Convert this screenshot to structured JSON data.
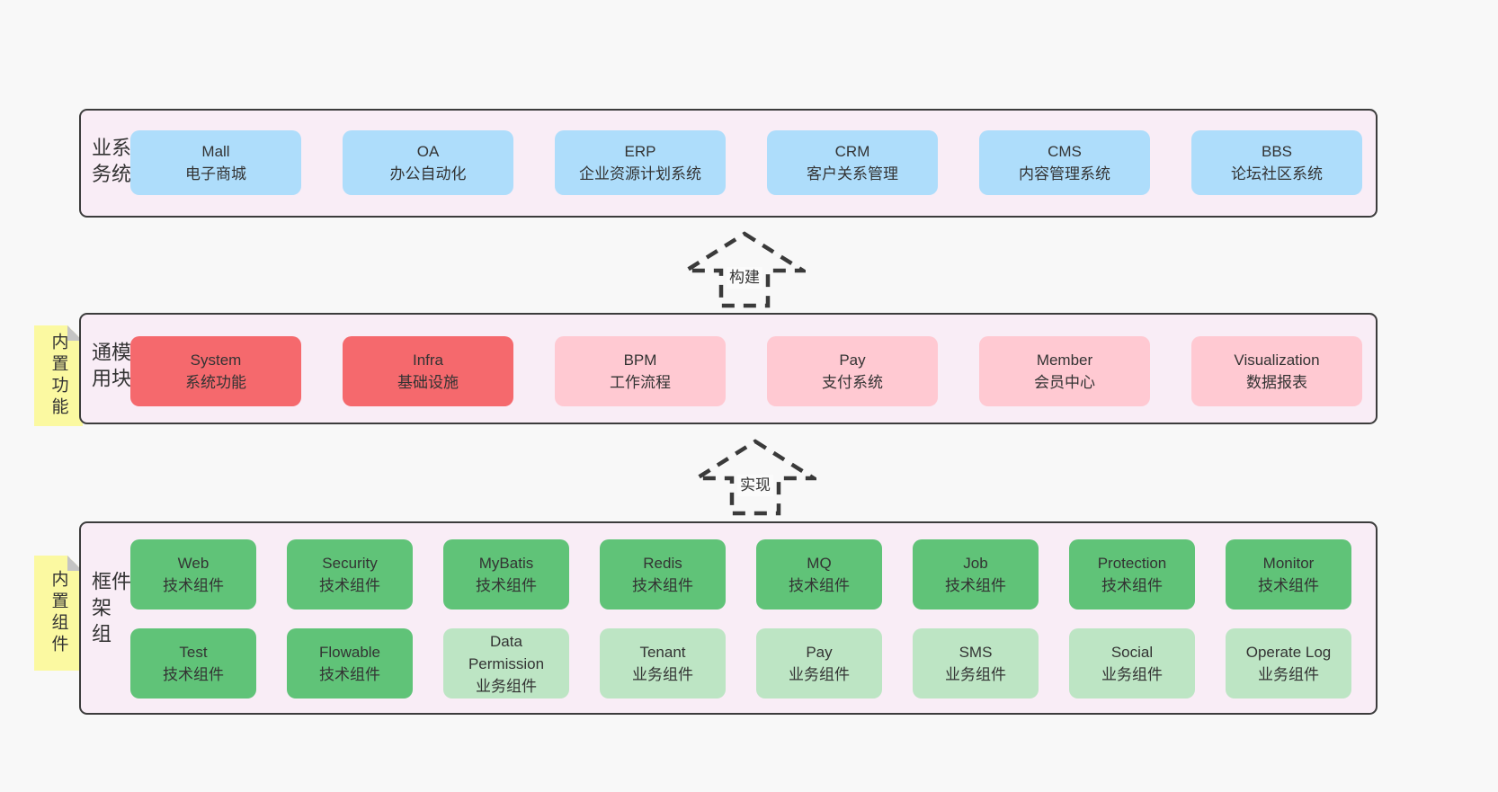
{
  "colors": {
    "page_bg": "#f8f8f8",
    "layer_bg": "#f9edf6",
    "layer_border": "#3c3c3c",
    "blue": "#aeddfb",
    "red": "#f5696d",
    "pink": "#ffc9d2",
    "green": "#60c378",
    "light_green": "#bde5c4",
    "sticky_yellow": "#fbf9a1",
    "fold_gray": "#c4c4c4",
    "text": "#333333"
  },
  "stickies": {
    "modules": "内置功能",
    "components": "内置组件"
  },
  "arrows": [
    {
      "label": "构建"
    },
    {
      "label": "实现"
    }
  ],
  "layers": {
    "business": {
      "label": "业务系统",
      "boxes": [
        {
          "name": "Mall",
          "desc": "电子商城"
        },
        {
          "name": "OA",
          "desc": "办公自动化"
        },
        {
          "name": "ERP",
          "desc": "企业资源计划系统"
        },
        {
          "name": "CRM",
          "desc": "客户关系管理"
        },
        {
          "name": "CMS",
          "desc": "内容管理系统"
        },
        {
          "name": "BBS",
          "desc": "论坛社区系统"
        }
      ]
    },
    "modules": {
      "label": "通用模块",
      "boxes": [
        {
          "name": "System",
          "desc": "系统功能",
          "variant": "red"
        },
        {
          "name": "Infra",
          "desc": "基础设施",
          "variant": "red"
        },
        {
          "name": "BPM",
          "desc": "工作流程",
          "variant": "pink"
        },
        {
          "name": "Pay",
          "desc": "支付系统",
          "variant": "pink"
        },
        {
          "name": "Member",
          "desc": "会员中心",
          "variant": "pink"
        },
        {
          "name": "Visualization",
          "desc": "数据报表",
          "variant": "pink"
        }
      ]
    },
    "components": {
      "label": "框架组件",
      "row1": [
        {
          "name": "Web",
          "desc": "技术组件",
          "variant": "green"
        },
        {
          "name": "Security",
          "desc": "技术组件",
          "variant": "green"
        },
        {
          "name": "MyBatis",
          "desc": "技术组件",
          "variant": "green"
        },
        {
          "name": "Redis",
          "desc": "技术组件",
          "variant": "green"
        },
        {
          "name": "MQ",
          "desc": "技术组件",
          "variant": "green"
        },
        {
          "name": "Job",
          "desc": "技术组件",
          "variant": "green"
        },
        {
          "name": "Protection",
          "desc": "技术组件",
          "variant": "green"
        },
        {
          "name": "Monitor",
          "desc": "技术组件",
          "variant": "green"
        }
      ],
      "row2": [
        {
          "name": "Test",
          "desc": "技术组件",
          "variant": "green"
        },
        {
          "name": "Flowable",
          "desc": "技术组件",
          "variant": "green"
        },
        {
          "name": "Data Permission",
          "desc": "业务组件",
          "variant": "light-green"
        },
        {
          "name": "Tenant",
          "desc": "业务组件",
          "variant": "light-green"
        },
        {
          "name": "Pay",
          "desc": "业务组件",
          "variant": "light-green"
        },
        {
          "name": "SMS",
          "desc": "业务组件",
          "variant": "light-green"
        },
        {
          "name": "Social",
          "desc": "业务组件",
          "variant": "light-green"
        },
        {
          "name": "Operate Log",
          "desc": "业务组件",
          "variant": "light-green"
        }
      ]
    }
  }
}
